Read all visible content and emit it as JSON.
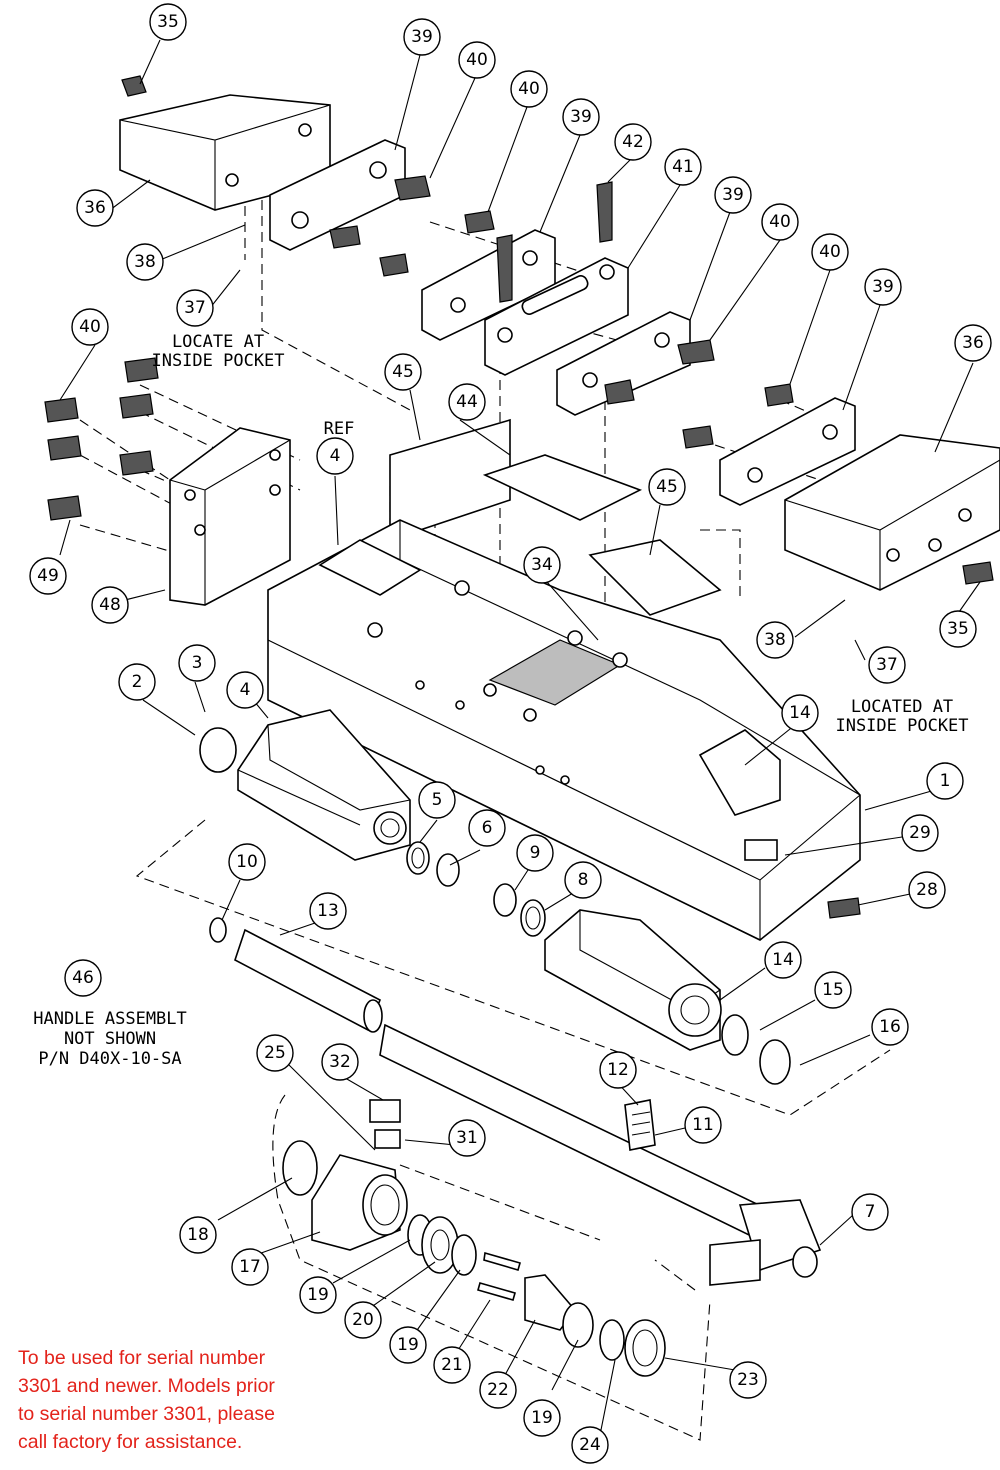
{
  "balloons": [
    "35",
    "39",
    "40",
    "40",
    "39",
    "42",
    "41",
    "39",
    "40",
    "40",
    "39",
    "36",
    "36",
    "38",
    "37",
    "40",
    "45",
    "44",
    "45",
    "34",
    "38",
    "37",
    "35",
    "4",
    "49",
    "48",
    "2",
    "3",
    "4",
    "14",
    "1",
    "29",
    "28",
    "5",
    "6",
    "9",
    "8",
    "10",
    "13",
    "14",
    "15",
    "16",
    "46",
    "25",
    "32",
    "31",
    "12",
    "11",
    "7",
    "18",
    "17",
    "19",
    "20",
    "19",
    "21",
    "22",
    "19",
    "24",
    "23"
  ],
  "notes": {
    "locate_at": "LOCATE AT",
    "inside_pocket_1": "INSIDE POCKET",
    "located_at": "LOCATED AT",
    "inside_pocket_2": "INSIDE POCKET",
    "ref": "REF",
    "handle_1": "HANDLE ASSEMBLT",
    "handle_2": "NOT SHOWN",
    "handle_3": "P/N D40X-10-SA"
  },
  "serial_note": [
    "To be used for serial number",
    "3301 and newer.  Models prior",
    "to serial number 3301, please",
    "call factory for assistance."
  ],
  "colors": {
    "note_text": "#e3231b",
    "line": "#000000"
  }
}
